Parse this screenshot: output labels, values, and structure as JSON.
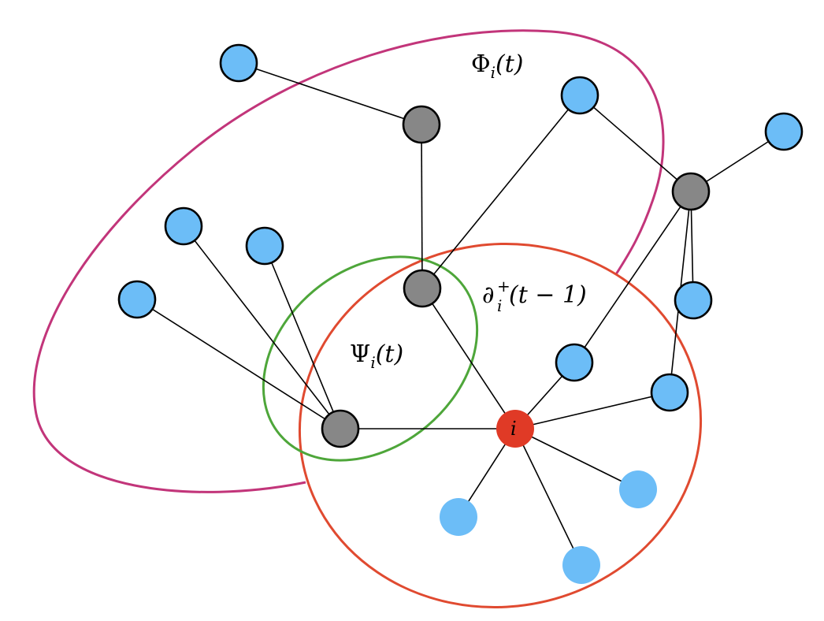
{
  "colors": {
    "blue_node": "#6cbdf7",
    "gray_node": "#878787",
    "red_node": "#e03a26",
    "phi_outline": "#c2357a",
    "partial_outline": "#e04a30",
    "psi_outline": "#4ea63a"
  },
  "labels": {
    "phi": {
      "symbol": "Φ",
      "sub": "i",
      "arg": "(t)"
    },
    "psi": {
      "symbol": "Ψ",
      "sub": "i",
      "arg": "(t)"
    },
    "partial": {
      "symbol": "∂",
      "sup": "+",
      "sub": "i",
      "arg": "(t − 1)"
    },
    "center_node": "i"
  }
}
